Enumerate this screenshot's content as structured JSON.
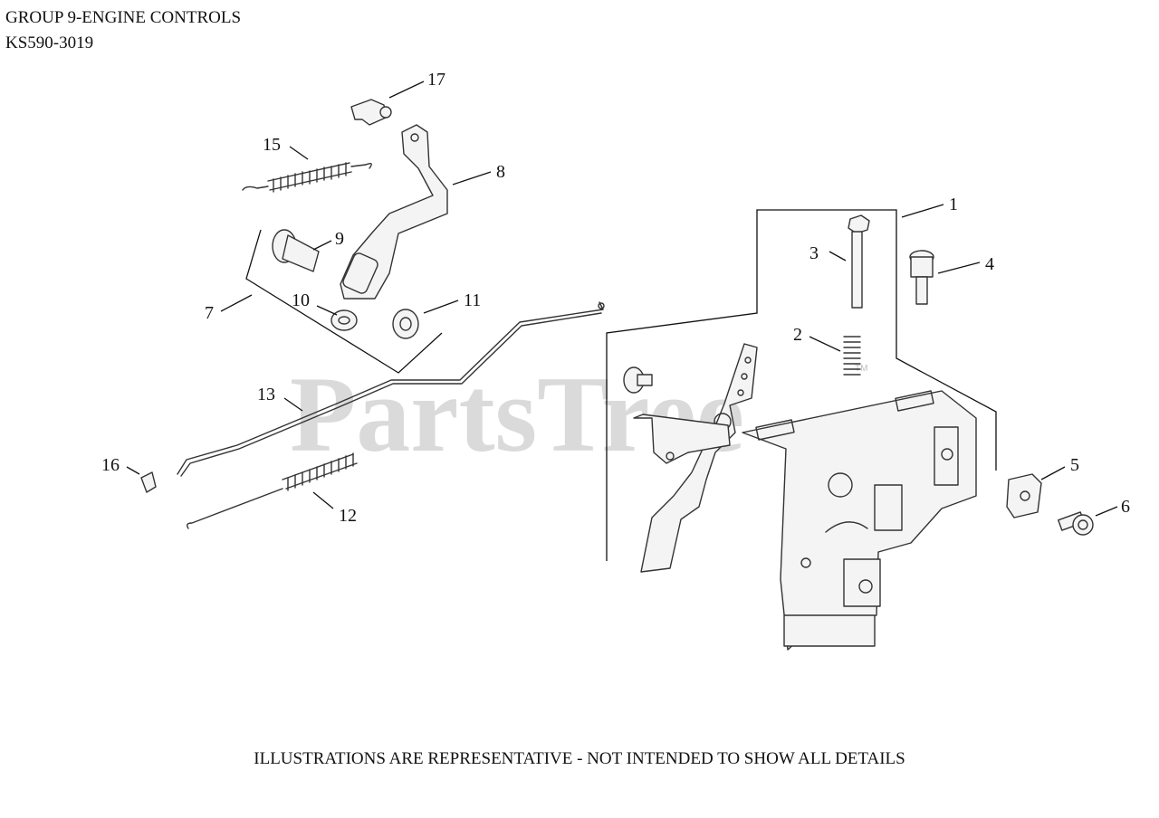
{
  "header": {
    "group_title": "GROUP 9-ENGINE CONTROLS",
    "model": "KS590-3019"
  },
  "footer": {
    "disclaimer": "ILLUSTRATIONS ARE REPRESENTATIVE - NOT INTENDED TO SHOW ALL DETAILS"
  },
  "watermark": {
    "brand": "PartsTree",
    "tm": "TM"
  },
  "callouts": {
    "c1": "1",
    "c2": "2",
    "c3": "3",
    "c4": "4",
    "c5": "5",
    "c6": "6",
    "c7": "7",
    "c8": "8",
    "c9": "9",
    "c10": "10",
    "c11": "11",
    "c12": "12",
    "c13": "13",
    "c15": "15",
    "c16": "16",
    "c17": "17"
  }
}
